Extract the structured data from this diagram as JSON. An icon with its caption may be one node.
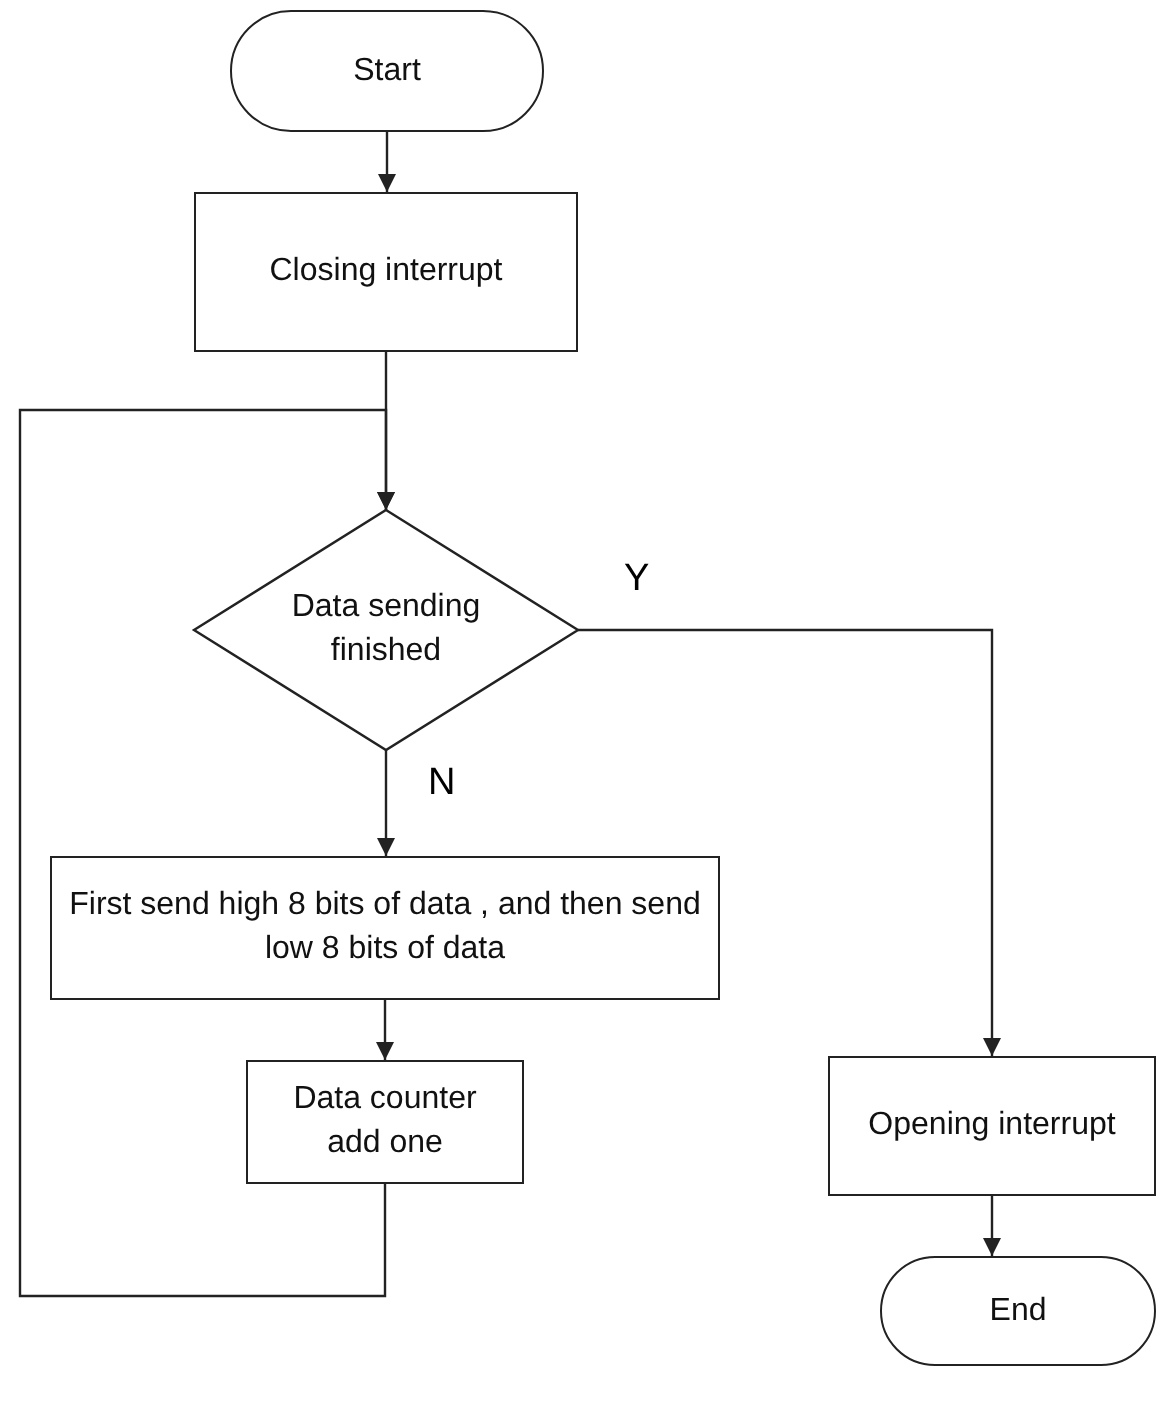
{
  "diagram": {
    "nodes": [
      {
        "text": [
          "Start"
        ]
      },
      {
        "text": [
          "Closing interrupt"
        ]
      },
      {
        "text": [
          "Data sending finished"
        ]
      },
      {
        "text": [
          "First send high  8 bits of data , and then send low  8 bits of data"
        ]
      },
      {
        "text": [
          "Data counter add one"
        ]
      },
      {
        "text": [
          "Opening interrupt"
        ]
      },
      {
        "text": [
          "End"
        ]
      }
    ],
    "edges": [
      {
        "from": 0,
        "to": 1,
        "arrow": "to"
      },
      {
        "from": 1,
        "to": 2,
        "arrow": "to"
      },
      {
        "from": 2,
        "to": 3,
        "arrow": "to",
        "label": "N"
      },
      {
        "from": 3,
        "to": 4,
        "arrow": "to"
      },
      {
        "from": 4,
        "to": 2,
        "arrow": "to"
      },
      {
        "from": 2,
        "to": 5,
        "arrow": "to",
        "label": "Y"
      },
      {
        "from": 5,
        "to": 6,
        "arrow": "to"
      }
    ]
  }
}
